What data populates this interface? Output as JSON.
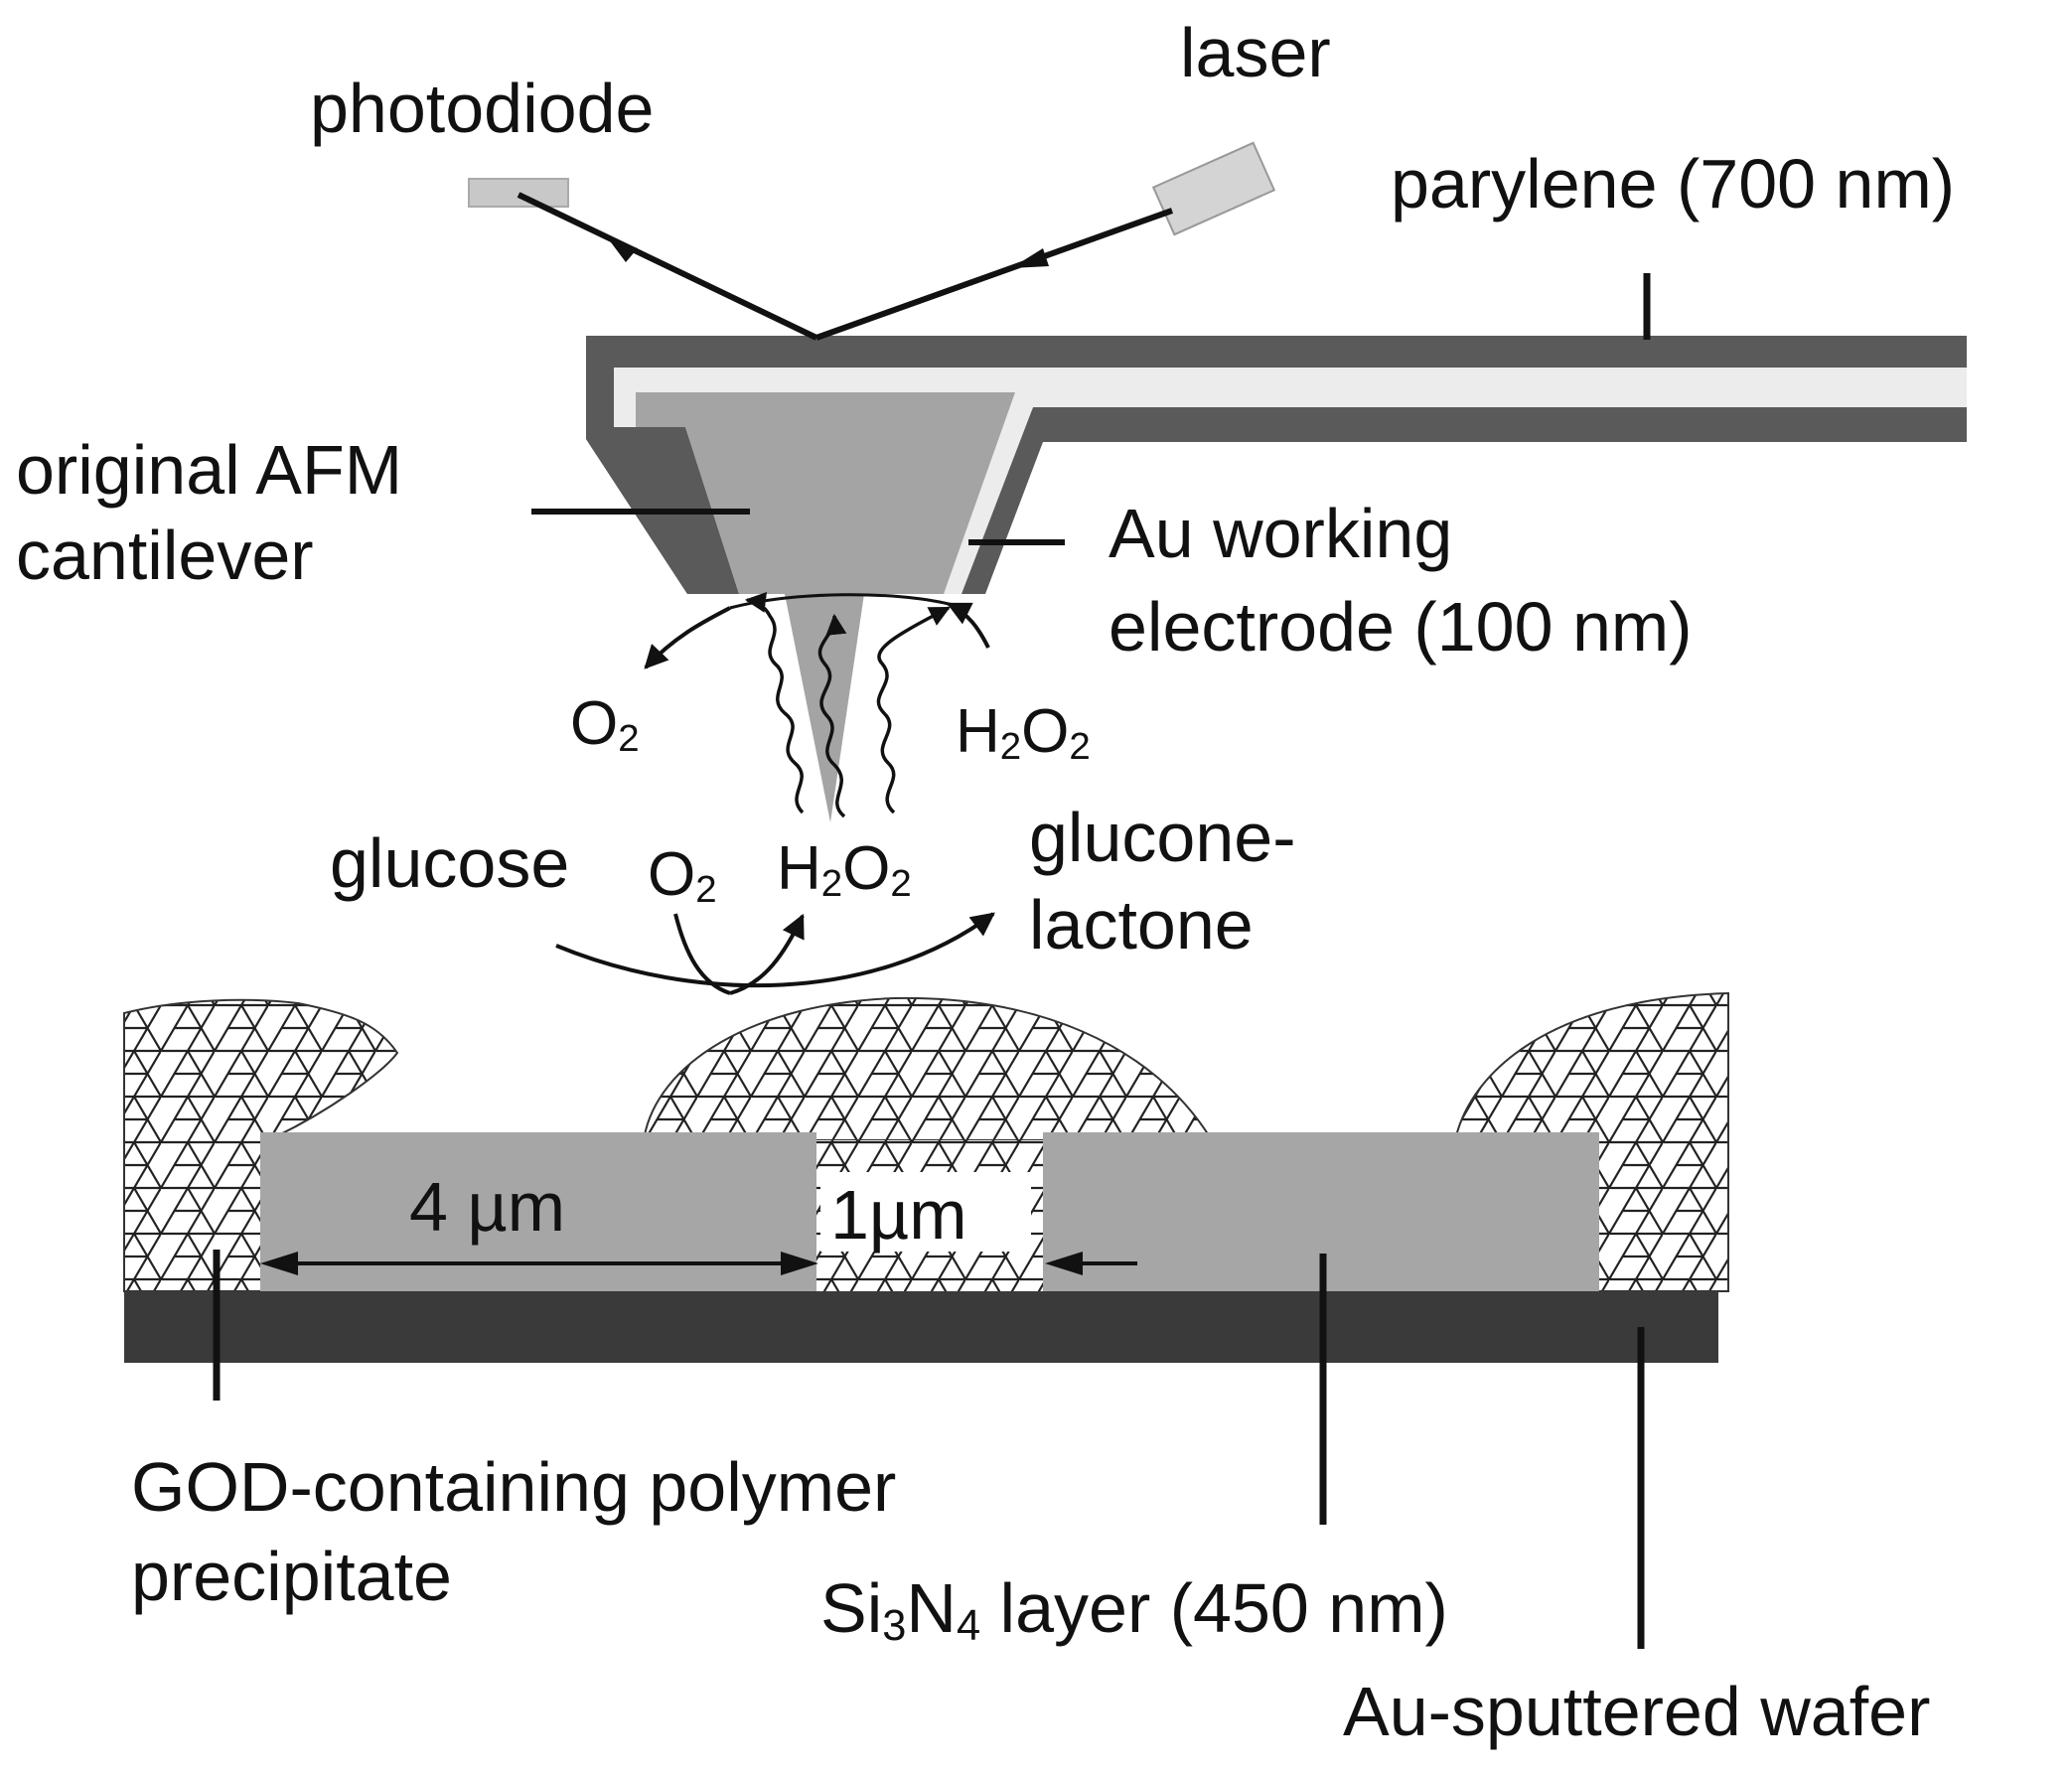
{
  "labels": {
    "laser": "laser",
    "photodiode": "photodiode",
    "parylene": "parylene (700 nm)",
    "cantilever_line1": "original AFM",
    "cantilever_line2": "cantilever",
    "au_electrode_line1": "Au working",
    "au_electrode_line2": "electrode (100 nm)",
    "tip_o2": {
      "main": "O",
      "sub": "2"
    },
    "tip_h2o2": {
      "h": "H",
      "sub1": "2",
      "o": "O",
      "sub2": "2"
    },
    "glucose": "glucose",
    "reaction_o2": {
      "main": "O",
      "sub": "2"
    },
    "reaction_h2o2": {
      "h": "H",
      "sub1": "2",
      "o": "O",
      "sub2": "2"
    },
    "gluconolactone_line1": "glucone-",
    "gluconolactone_line2": "lactone",
    "dim_4um": "4 µm",
    "dim_1um": "1µm",
    "god_polymer_line1": "GOD-containing polymer",
    "god_polymer_line2": "precipitate",
    "si3n4_layer": {
      "a": "Si",
      "sub1": "3",
      "b": "N",
      "sub2": "4",
      "c": " layer (450 nm)"
    },
    "au_wafer": "Au-sputtered wafer"
  },
  "colors": {
    "wafer": "#3a3a3a",
    "si3n4": "#a6a6a6",
    "parylene": "#5a5a5a",
    "cantilever_fill": "#a4a4a4",
    "gold_layer": "#ececec",
    "components": "#c8c8c8",
    "polymer_mesh": "#222222",
    "line": "#111111"
  }
}
